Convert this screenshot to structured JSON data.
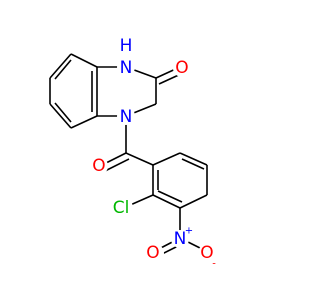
{
  "colors": {
    "bond": "#000000",
    "nitrogen": "#0000ff",
    "oxygen": "#ff0000",
    "chlorine": "#00b800",
    "background": "#ffffff"
  },
  "atoms": {
    "nh": {
      "main": "N",
      "h": "H"
    },
    "n_amide": "N",
    "o_lactam": "O",
    "o_carbonyl": "O",
    "cl": "Cl",
    "n_nitro": "N",
    "n_nitro_charge": "+",
    "o_nitro_top": "O",
    "o_nitro_bottom": "O",
    "o_nitro_bottom_charge": "-"
  }
}
